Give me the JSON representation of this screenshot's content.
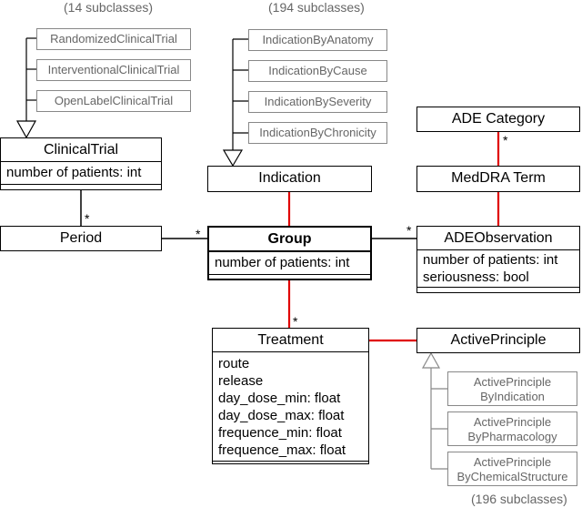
{
  "notes": {
    "clinical_trial_subclasses": "(14 subclasses)",
    "indication_subclasses": "(194 subclasses)",
    "active_principle_subclasses": "(196 subclasses)"
  },
  "subclasses": {
    "clinical_trial": [
      "RandomizedClinicalTrial",
      "InterventionalClinicalTrial",
      "OpenLabelClinicalTrial"
    ],
    "indication": [
      "IndicationByAnatomy",
      "IndicationByCause",
      "IndicationBySeverity",
      "IndicationByChronicity"
    ],
    "active_principle": [
      [
        "ActivePrinciple",
        "ByIndication"
      ],
      [
        "ActivePrinciple",
        "ByPharmacology"
      ],
      [
        "ActivePrinciple",
        "ByChemicalStructure"
      ]
    ]
  },
  "classes": {
    "clinical_trial": {
      "name": "ClinicalTrial",
      "attrs": [
        "number of patients: int"
      ]
    },
    "indication": {
      "name": "Indication"
    },
    "ade_category": {
      "name": "ADE Category"
    },
    "meddra_term": {
      "name": "MedDRA Term"
    },
    "period": {
      "name": "Period"
    },
    "group": {
      "name": "Group",
      "attrs": [
        "number of patients: int"
      ]
    },
    "ade_observation": {
      "name": "ADEObservation",
      "attrs": [
        "number of patients: int",
        "seriousness: bool"
      ]
    },
    "treatment": {
      "name": "Treatment",
      "attrs": [
        "route",
        "release",
        "day_dose_min: float",
        "day_dose_max: float",
        "frequence_min: float",
        "frequence_max: float"
      ]
    },
    "active_principle": {
      "name": "ActivePrinciple"
    }
  },
  "multiplicities": {
    "trial_period": "*",
    "period_group": "*",
    "group_ade": "*",
    "group_treatment": "*",
    "meddra_adecat": "*"
  },
  "colors": {
    "highlight_link": "#e00000",
    "subclass_border": "#888888",
    "subclass_text": "#666666"
  }
}
